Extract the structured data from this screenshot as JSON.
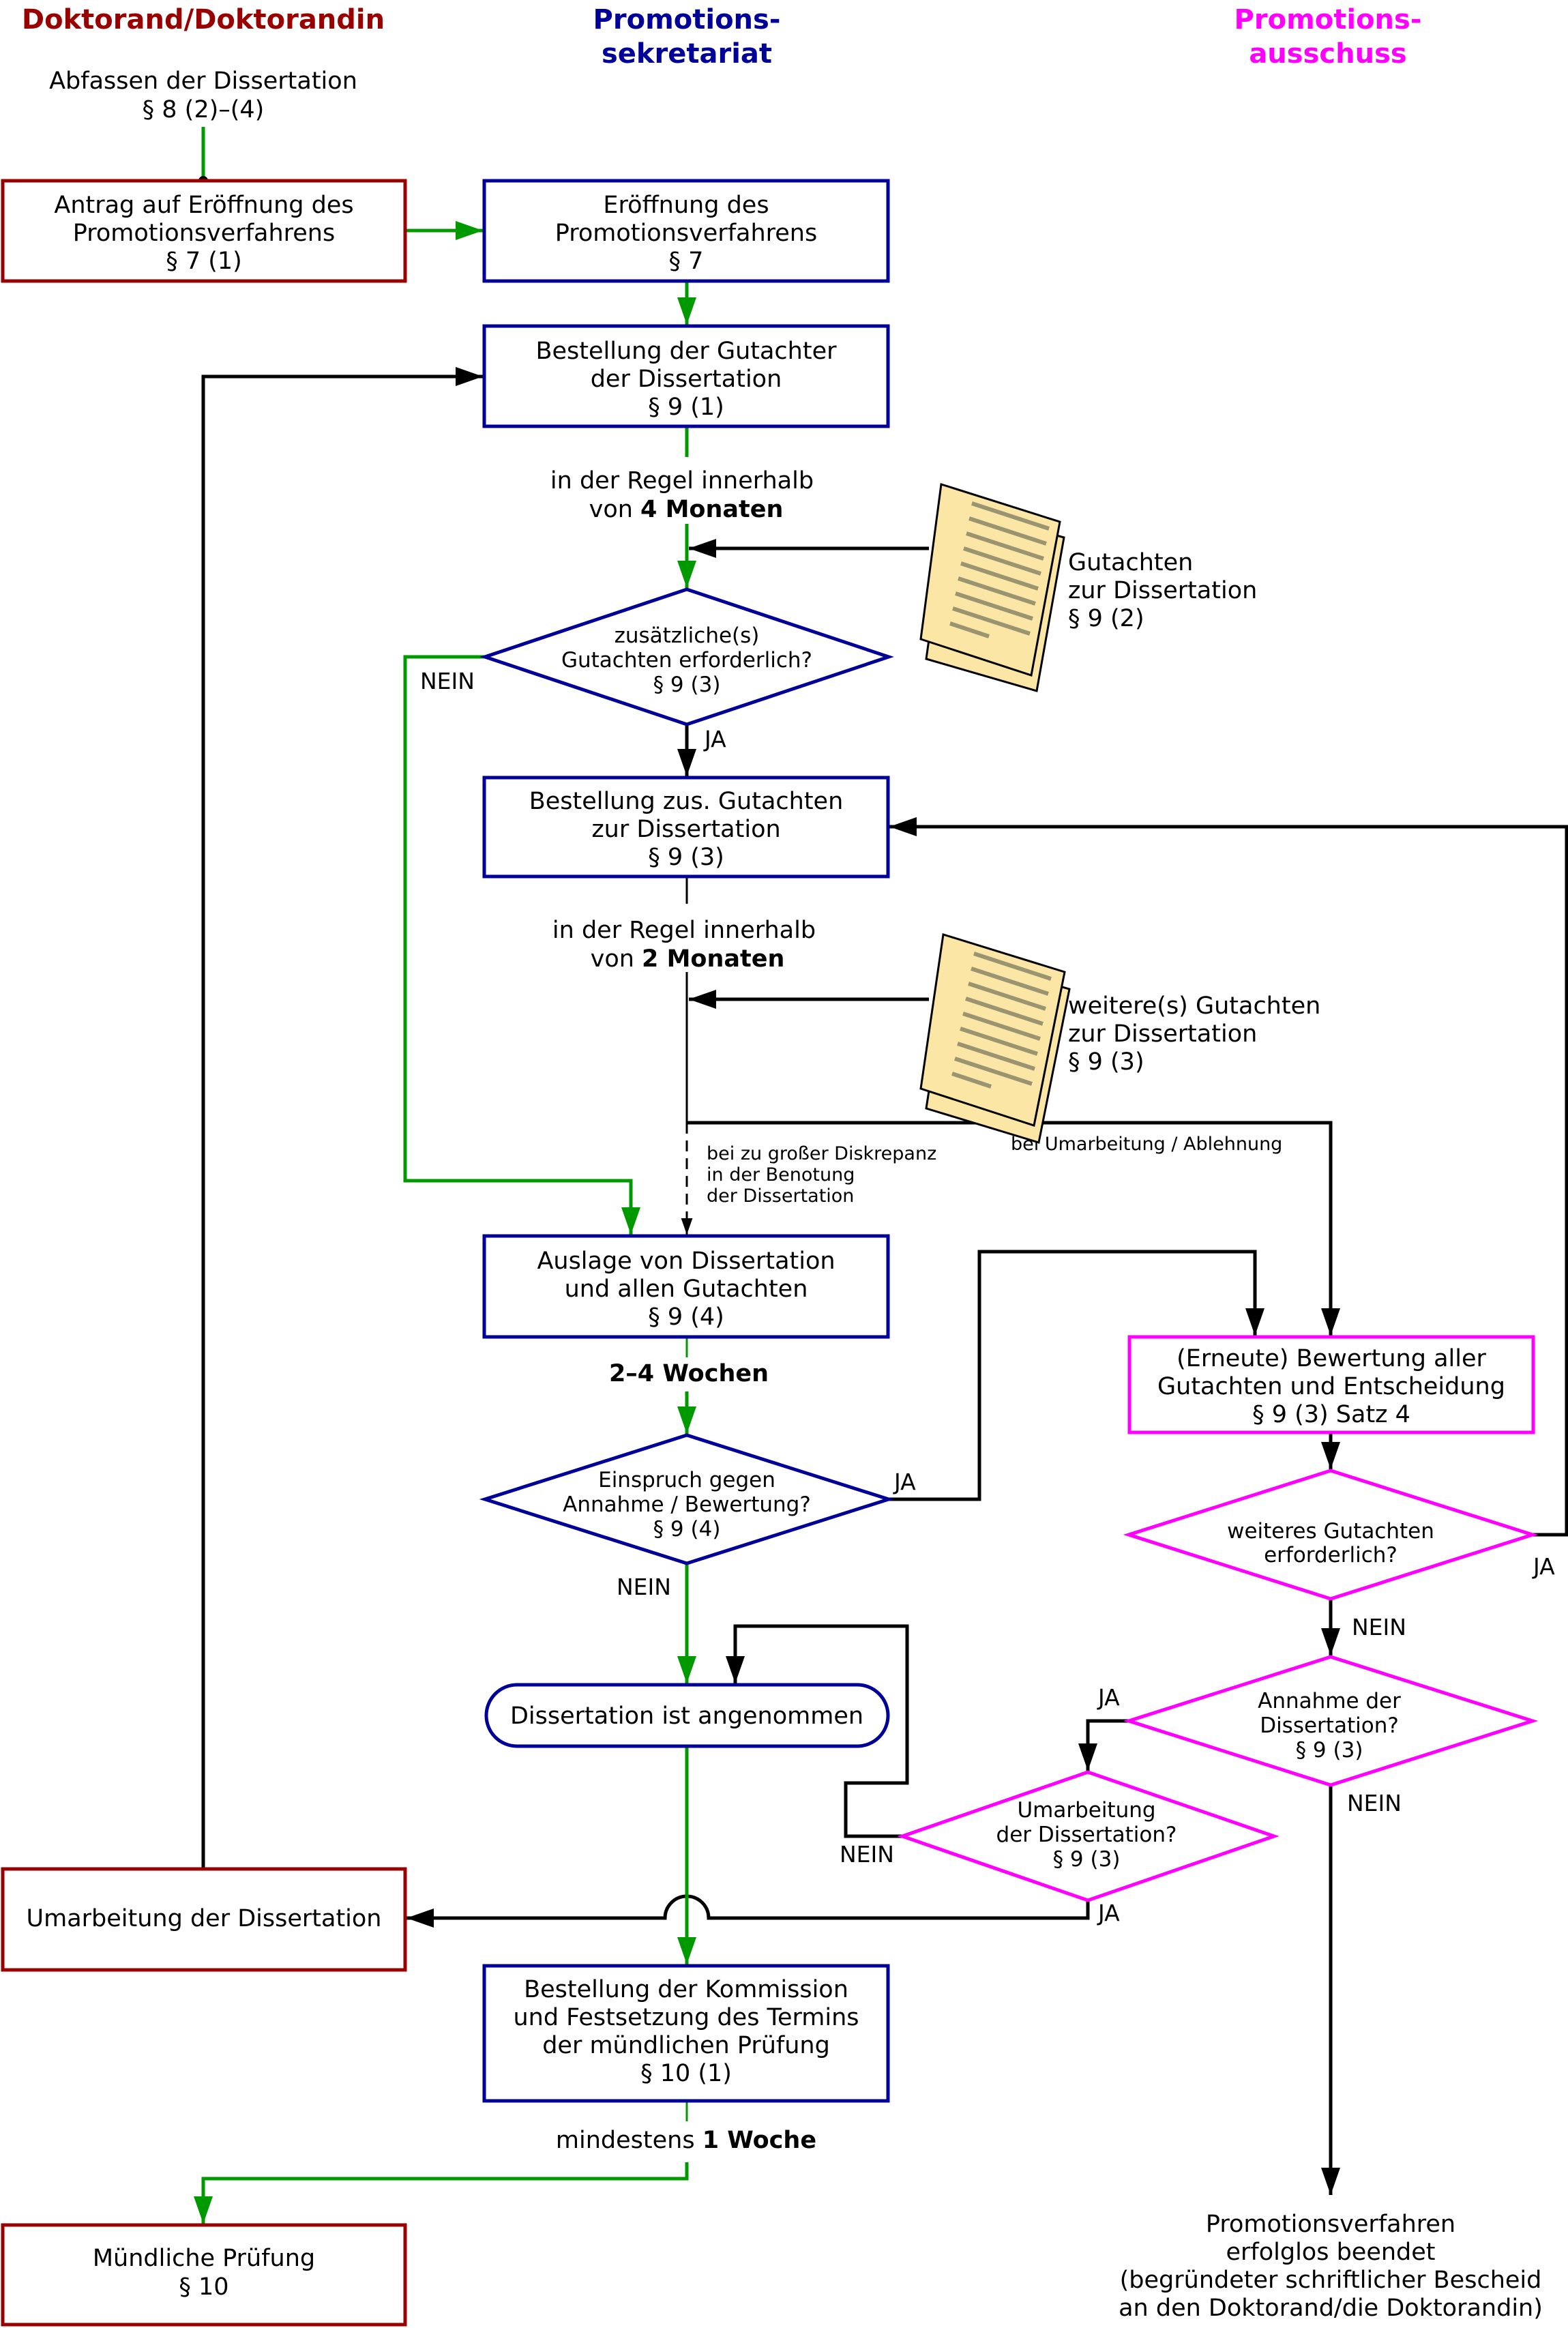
{
  "colors": {
    "doktorand": "#990000",
    "sekretariat": "#000099",
    "ausschuss": "#ff00ff",
    "flow_main": "#009900",
    "flow_other": "#000000",
    "document_fill": "#fbe6a6"
  },
  "headers": {
    "doktorand": "Doktorand/Doktorandin",
    "sekretariat": [
      "Promotions-",
      "sekretariat"
    ],
    "ausschuss": [
      "Promotions-",
      "ausschuss"
    ]
  },
  "start": {
    "lines": [
      "Abfassen der Dissertation",
      "§ 8 (2)–(4)"
    ]
  },
  "nodes": {
    "antrag": [
      "Antrag auf Eröffnung des",
      "Promotionsverfahrens",
      "§ 7 (1)"
    ],
    "eroeffnung": [
      "Eröffnung des",
      "Promotionsverfahrens",
      "§ 7"
    ],
    "bestellung_gutachter": [
      "Bestellung der Gutachter",
      "der Dissertation",
      "§ 9 (1)"
    ],
    "zusaetzliche_gutachten_decision": [
      "zusätzliche(s)",
      "Gutachten erforderlich?",
      "§ 9 (3)"
    ],
    "bestellung_zus": [
      "Bestellung zus. Gutachten",
      "zur Dissertation",
      "§ 9 (3)"
    ],
    "auslage": [
      "Auslage von Dissertation",
      "und allen Gutachten",
      "§ 9 (4)"
    ],
    "einspruch_decision": [
      "Einspruch gegen",
      "Annahme / Bewertung?",
      "§ 9 (4)"
    ],
    "angenommen": "Dissertation ist angenommen",
    "kommission": [
      "Bestellung der Kommission",
      "und Festsetzung des Termins",
      "der mündlichen Prüfung",
      "§ 10 (1)"
    ],
    "muendliche": [
      "Mündliche Prüfung",
      "§ 10"
    ],
    "umarbeitung": "Umarbeitung der Dissertation",
    "bewertung": [
      "(Erneute) Bewertung aller",
      "Gutachten und Entscheidung",
      "§ 9 (3) Satz 4"
    ],
    "weiteres_decision": [
      "weiteres Gutachten",
      "erforderlich?"
    ],
    "annahme_decision": [
      "Annahme der",
      "Dissertation?",
      "§ 9 (3)"
    ],
    "umarbeitung_decision": [
      "Umarbeitung",
      "der Dissertation?",
      "§ 9 (3)"
    ],
    "ende": [
      "Promotionsverfahren",
      "erfolglos beendet",
      "(begründeter schriftlicher Bescheid",
      "an den Doktorand/die Doktorandin)"
    ]
  },
  "documents": {
    "gutachten": [
      "Gutachten",
      "zur Dissertation",
      "§ 9 (2)"
    ],
    "weitere_gutachten": [
      "weitere(s) Gutachten",
      "zur Dissertation",
      "§ 9 (3)"
    ]
  },
  "durations": {
    "vier_monate": {
      "pre": "in der Regel innerhalb",
      "prefix": "von ",
      "bold": "4 Monaten"
    },
    "zwei_monate": {
      "pre": "in der Regel innerhalb",
      "prefix": "von ",
      "bold": "2 Monaten"
    },
    "wochen": {
      "bold": "2–4 Wochen"
    },
    "woche": {
      "prefix": "mindestens ",
      "bold": "1 Woche"
    }
  },
  "edge_labels": {
    "nein": "NEIN",
    "ja": "JA",
    "diskrepanz": [
      "bei zu großer Diskrepanz",
      "in der Benotung",
      "der Dissertation"
    ],
    "umarbeitung_ablehnung": "bei Umarbeitung / Ablehnung"
  }
}
